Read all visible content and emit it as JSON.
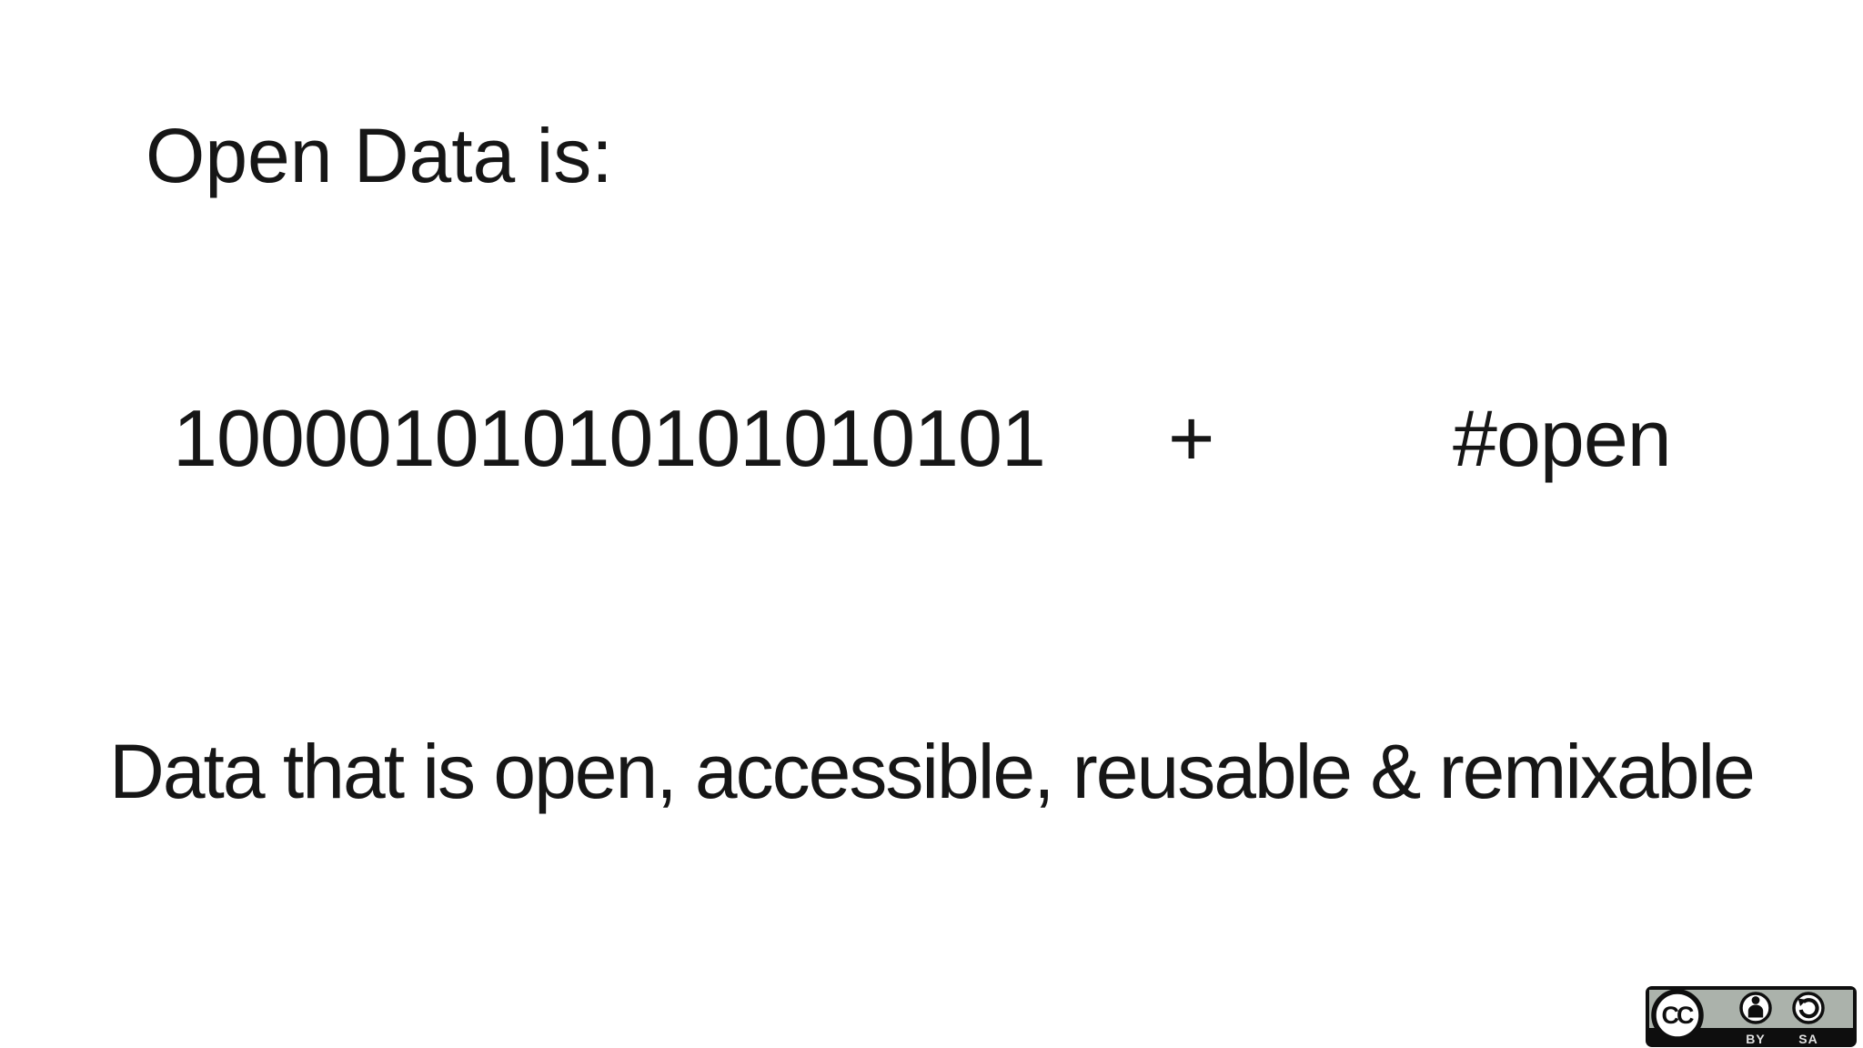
{
  "slide": {
    "title": "Open Data is:",
    "formula": {
      "binary": "10000101010101010101",
      "operator": "+",
      "hashtag": "#open"
    },
    "definition": "Data that is open, accessible, reusable & remixable"
  },
  "badge": {
    "name": "Creative Commons Attribution-ShareAlike license button",
    "cc_label": "CC",
    "by_label": "BY",
    "sa_label": "SA"
  },
  "colors": {
    "bg": "#ffffff",
    "ink": "#161616",
    "badge-band": "#abb2ab",
    "badge-bg": "#0e0e0e",
    "badge-label": "#e0e0e0",
    "badge-icon-fill": "#ffffff"
  }
}
